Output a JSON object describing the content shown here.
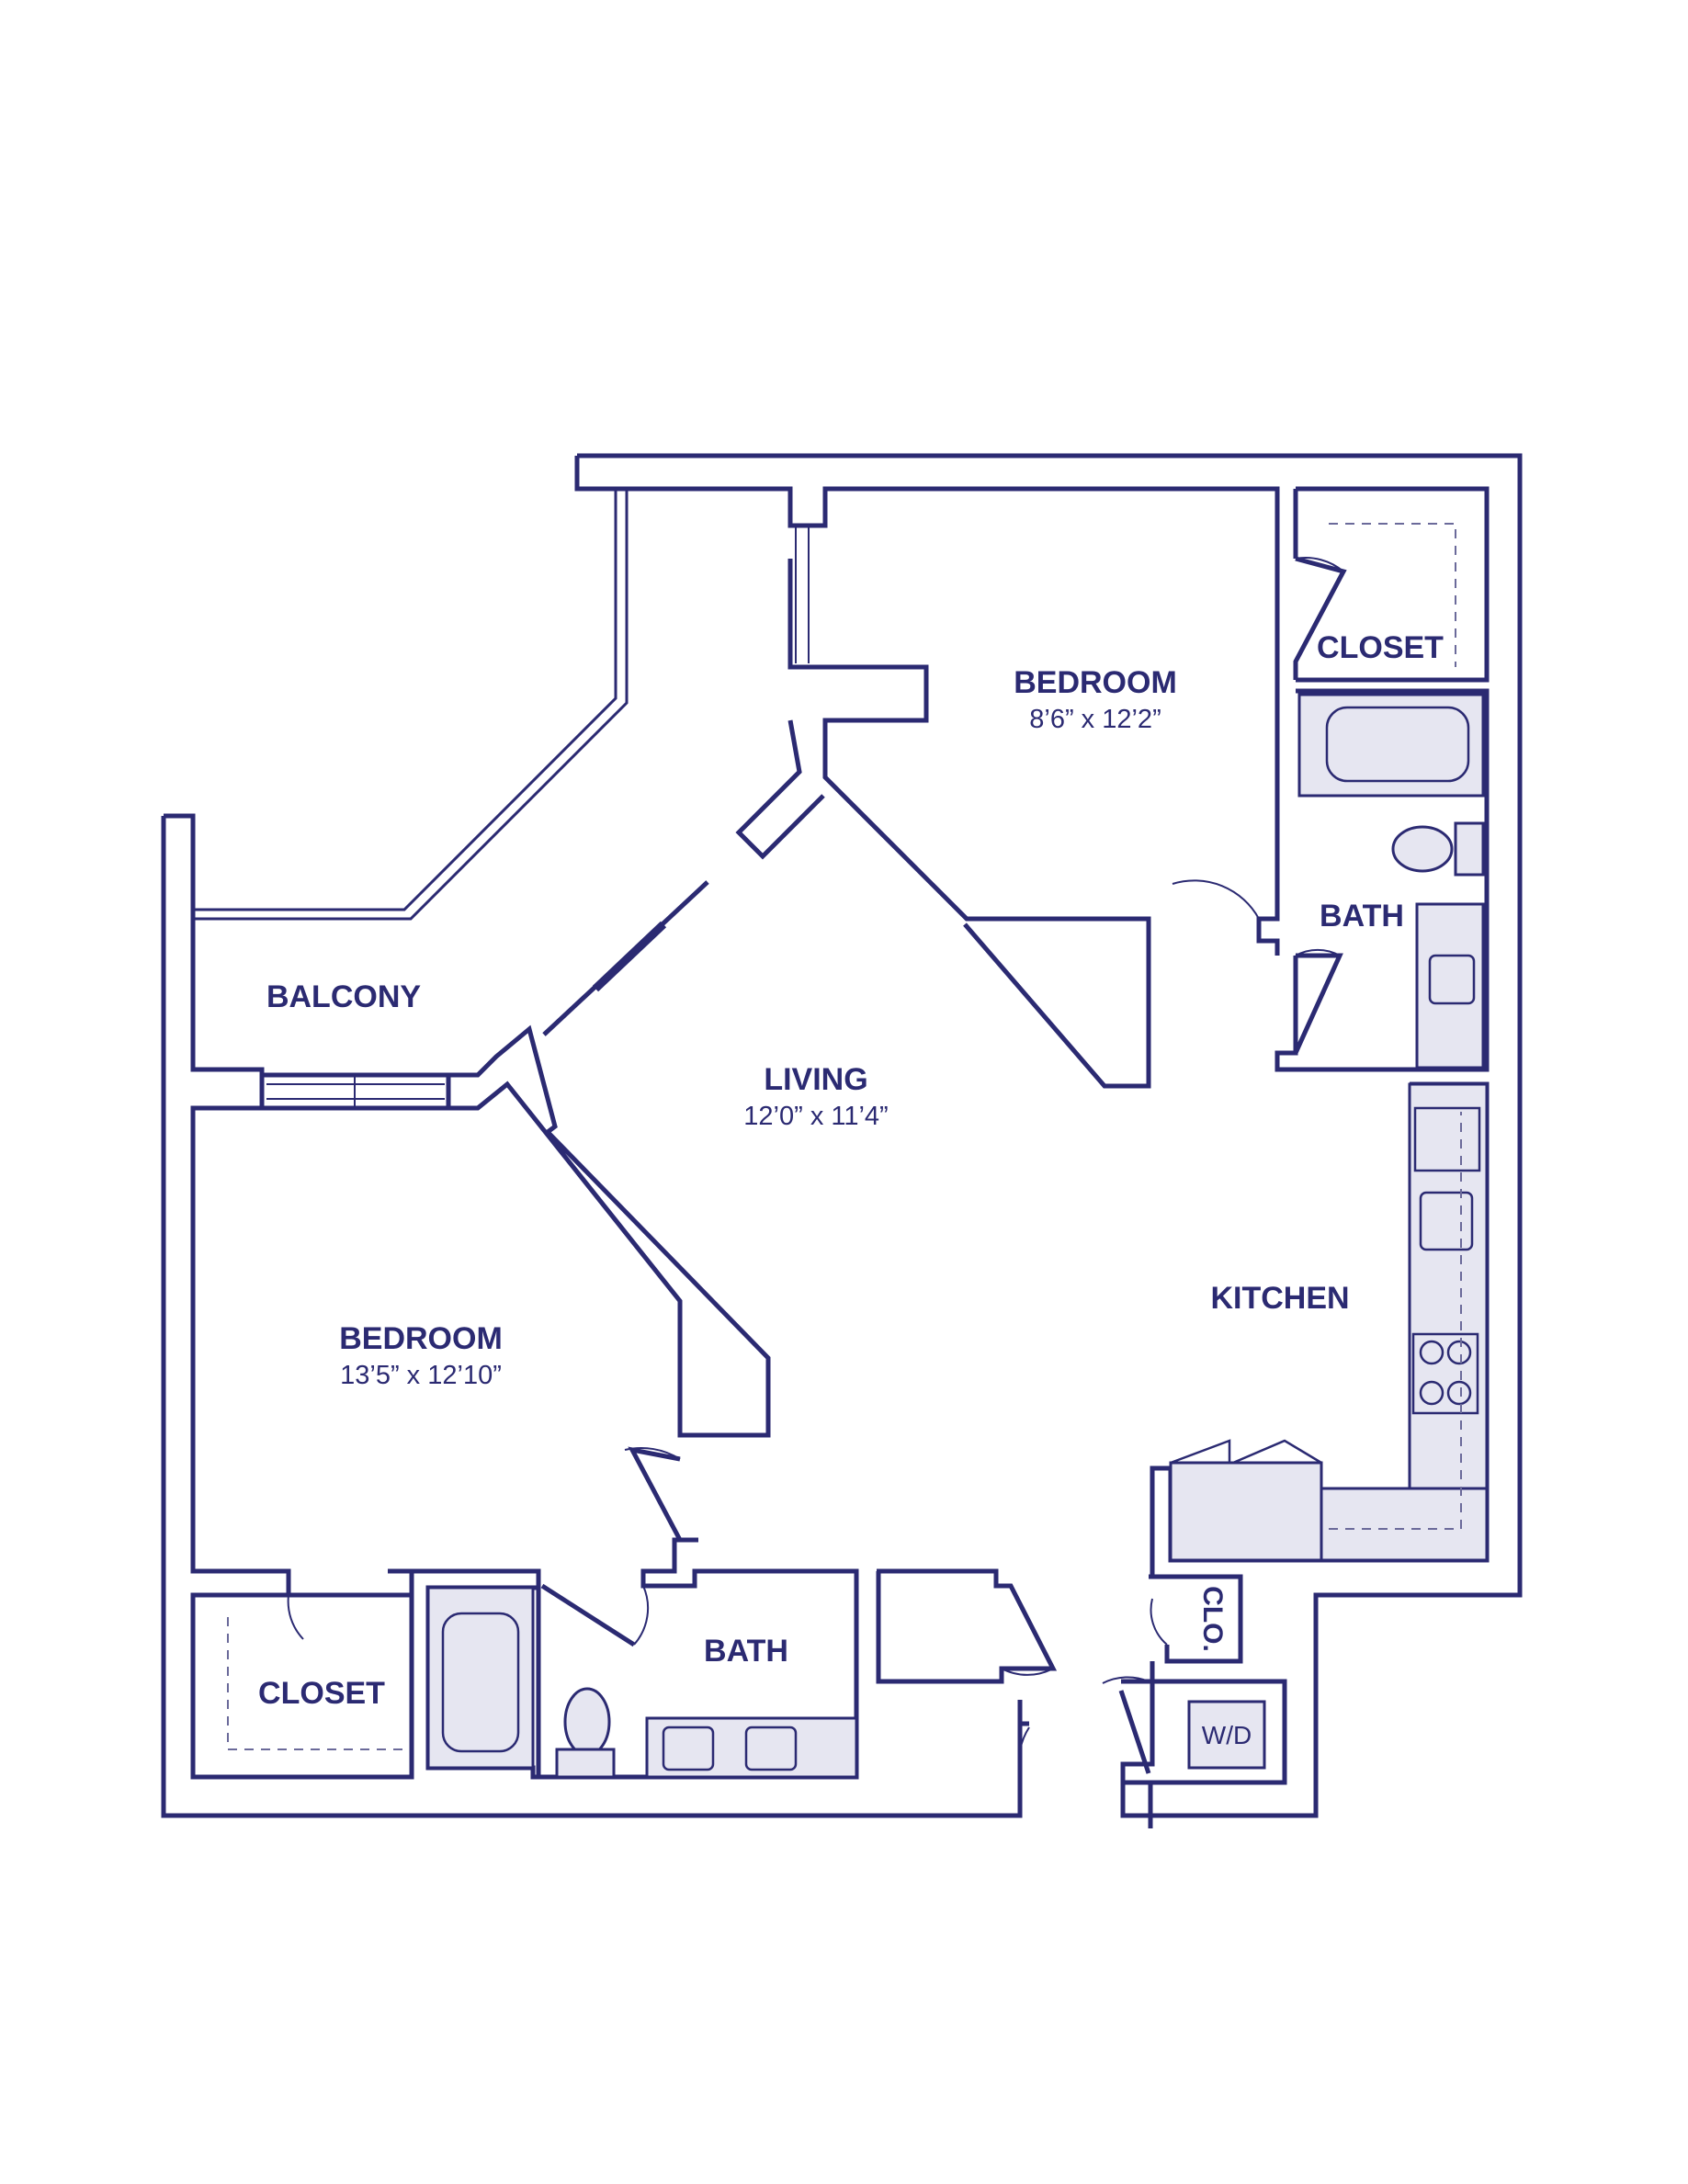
{
  "plan": {
    "rooms": [
      {
        "key": "bedroom_top",
        "name": "BEDROOM",
        "dims": "8’6” x 12’2”"
      },
      {
        "key": "living",
        "name": "LIVING",
        "dims": "12’0” x 11’4”"
      },
      {
        "key": "bedroom_left",
        "name": "BEDROOM",
        "dims": "13’5” x 12’10”"
      },
      {
        "key": "balcony",
        "name": "BALCONY"
      },
      {
        "key": "closet_top",
        "name": "CLOSET"
      },
      {
        "key": "bath_top",
        "name": "BATH"
      },
      {
        "key": "kitchen",
        "name": "KITCHEN"
      },
      {
        "key": "bath_bottom",
        "name": "BATH"
      },
      {
        "key": "closet_bottom",
        "name": "CLOSET"
      },
      {
        "key": "clo",
        "name": "CLO."
      },
      {
        "key": "wd",
        "name": "W/D"
      }
    ],
    "colors": {
      "wall": "#2b2a72",
      "fixture_fill": "#e6e6f1",
      "background": "#ffffff"
    }
  }
}
